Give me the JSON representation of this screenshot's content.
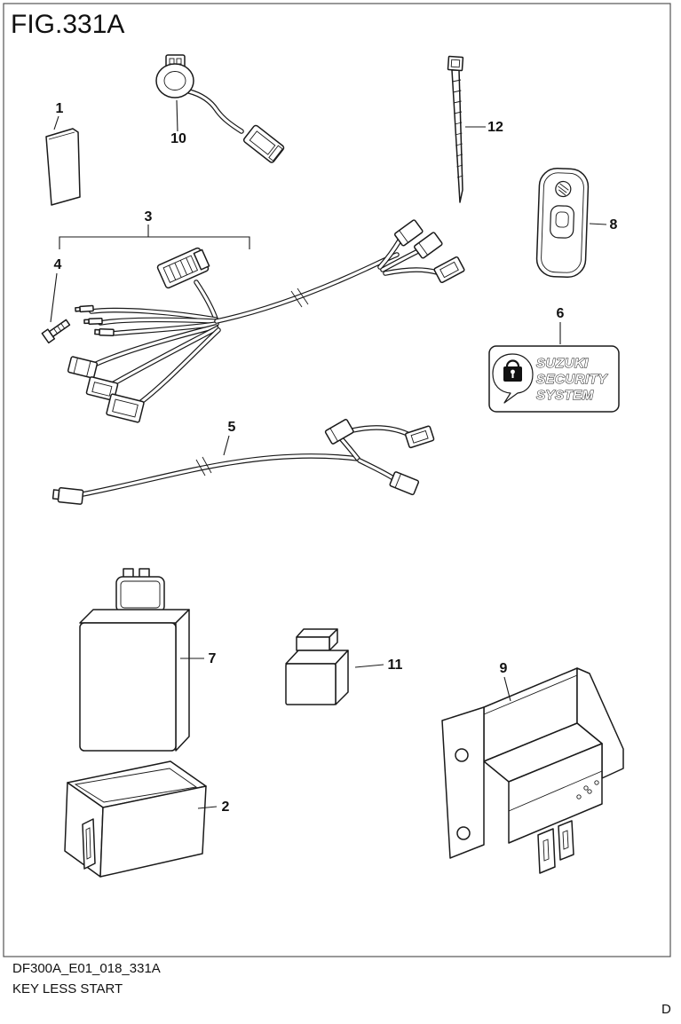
{
  "figure": {
    "title": "FIG.331A",
    "drawing_code": "DF300A_E01_018_331A",
    "drawing_name": "KEY LESS START",
    "page_marker": "D"
  },
  "security_label": {
    "line1": "SUZUKI",
    "line2": "SECURITY",
    "line3": "SYSTEM"
  },
  "icons": {
    "security_lock": "padlock-icon"
  },
  "callouts": {
    "part1": "1",
    "part2": "2",
    "part3": "3",
    "part4": "4",
    "part5": "5",
    "part6": "6",
    "part7": "7",
    "part8": "8",
    "part9": "9",
    "part10": "10",
    "part11": "11",
    "part12": "12"
  }
}
